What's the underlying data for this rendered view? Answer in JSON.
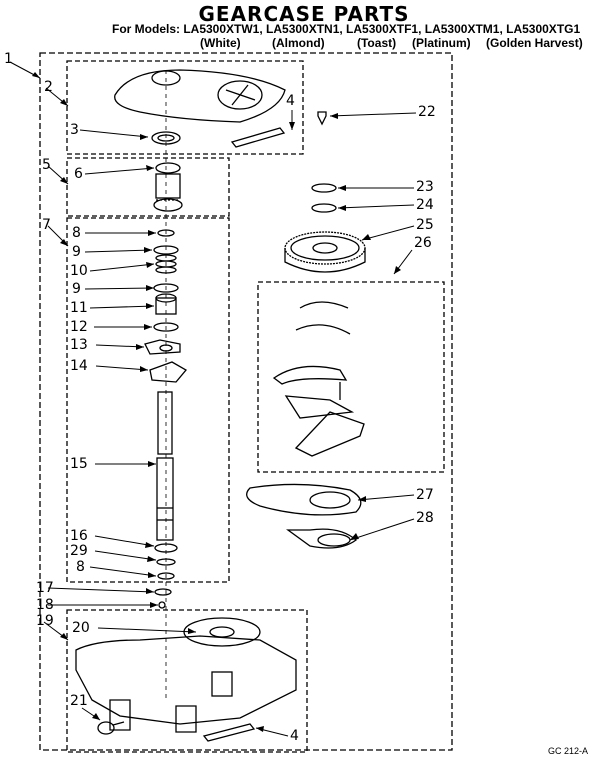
{
  "header": {
    "title": "GEARCASE PARTS",
    "models": "For Models: LA5300XTW1, LA5300XTN1, LA5300XTF1, LA5300XTM1, LA5300XTG1",
    "colors": [
      "(White)",
      "(Almond)",
      "(Toast)",
      "(Platinum)",
      "(Golden Harvest)"
    ]
  },
  "callouts": [
    "1",
    "2",
    "3",
    "4",
    "22",
    "5",
    "6",
    "23",
    "24",
    "25",
    "26",
    "7",
    "8",
    "9",
    "10",
    "9",
    "11",
    "12",
    "13",
    "14",
    "15",
    "16",
    "29",
    "8",
    "27",
    "28",
    "17",
    "18",
    "19",
    "20",
    "21",
    "4"
  ],
  "drawing_code": "GC 212-A"
}
